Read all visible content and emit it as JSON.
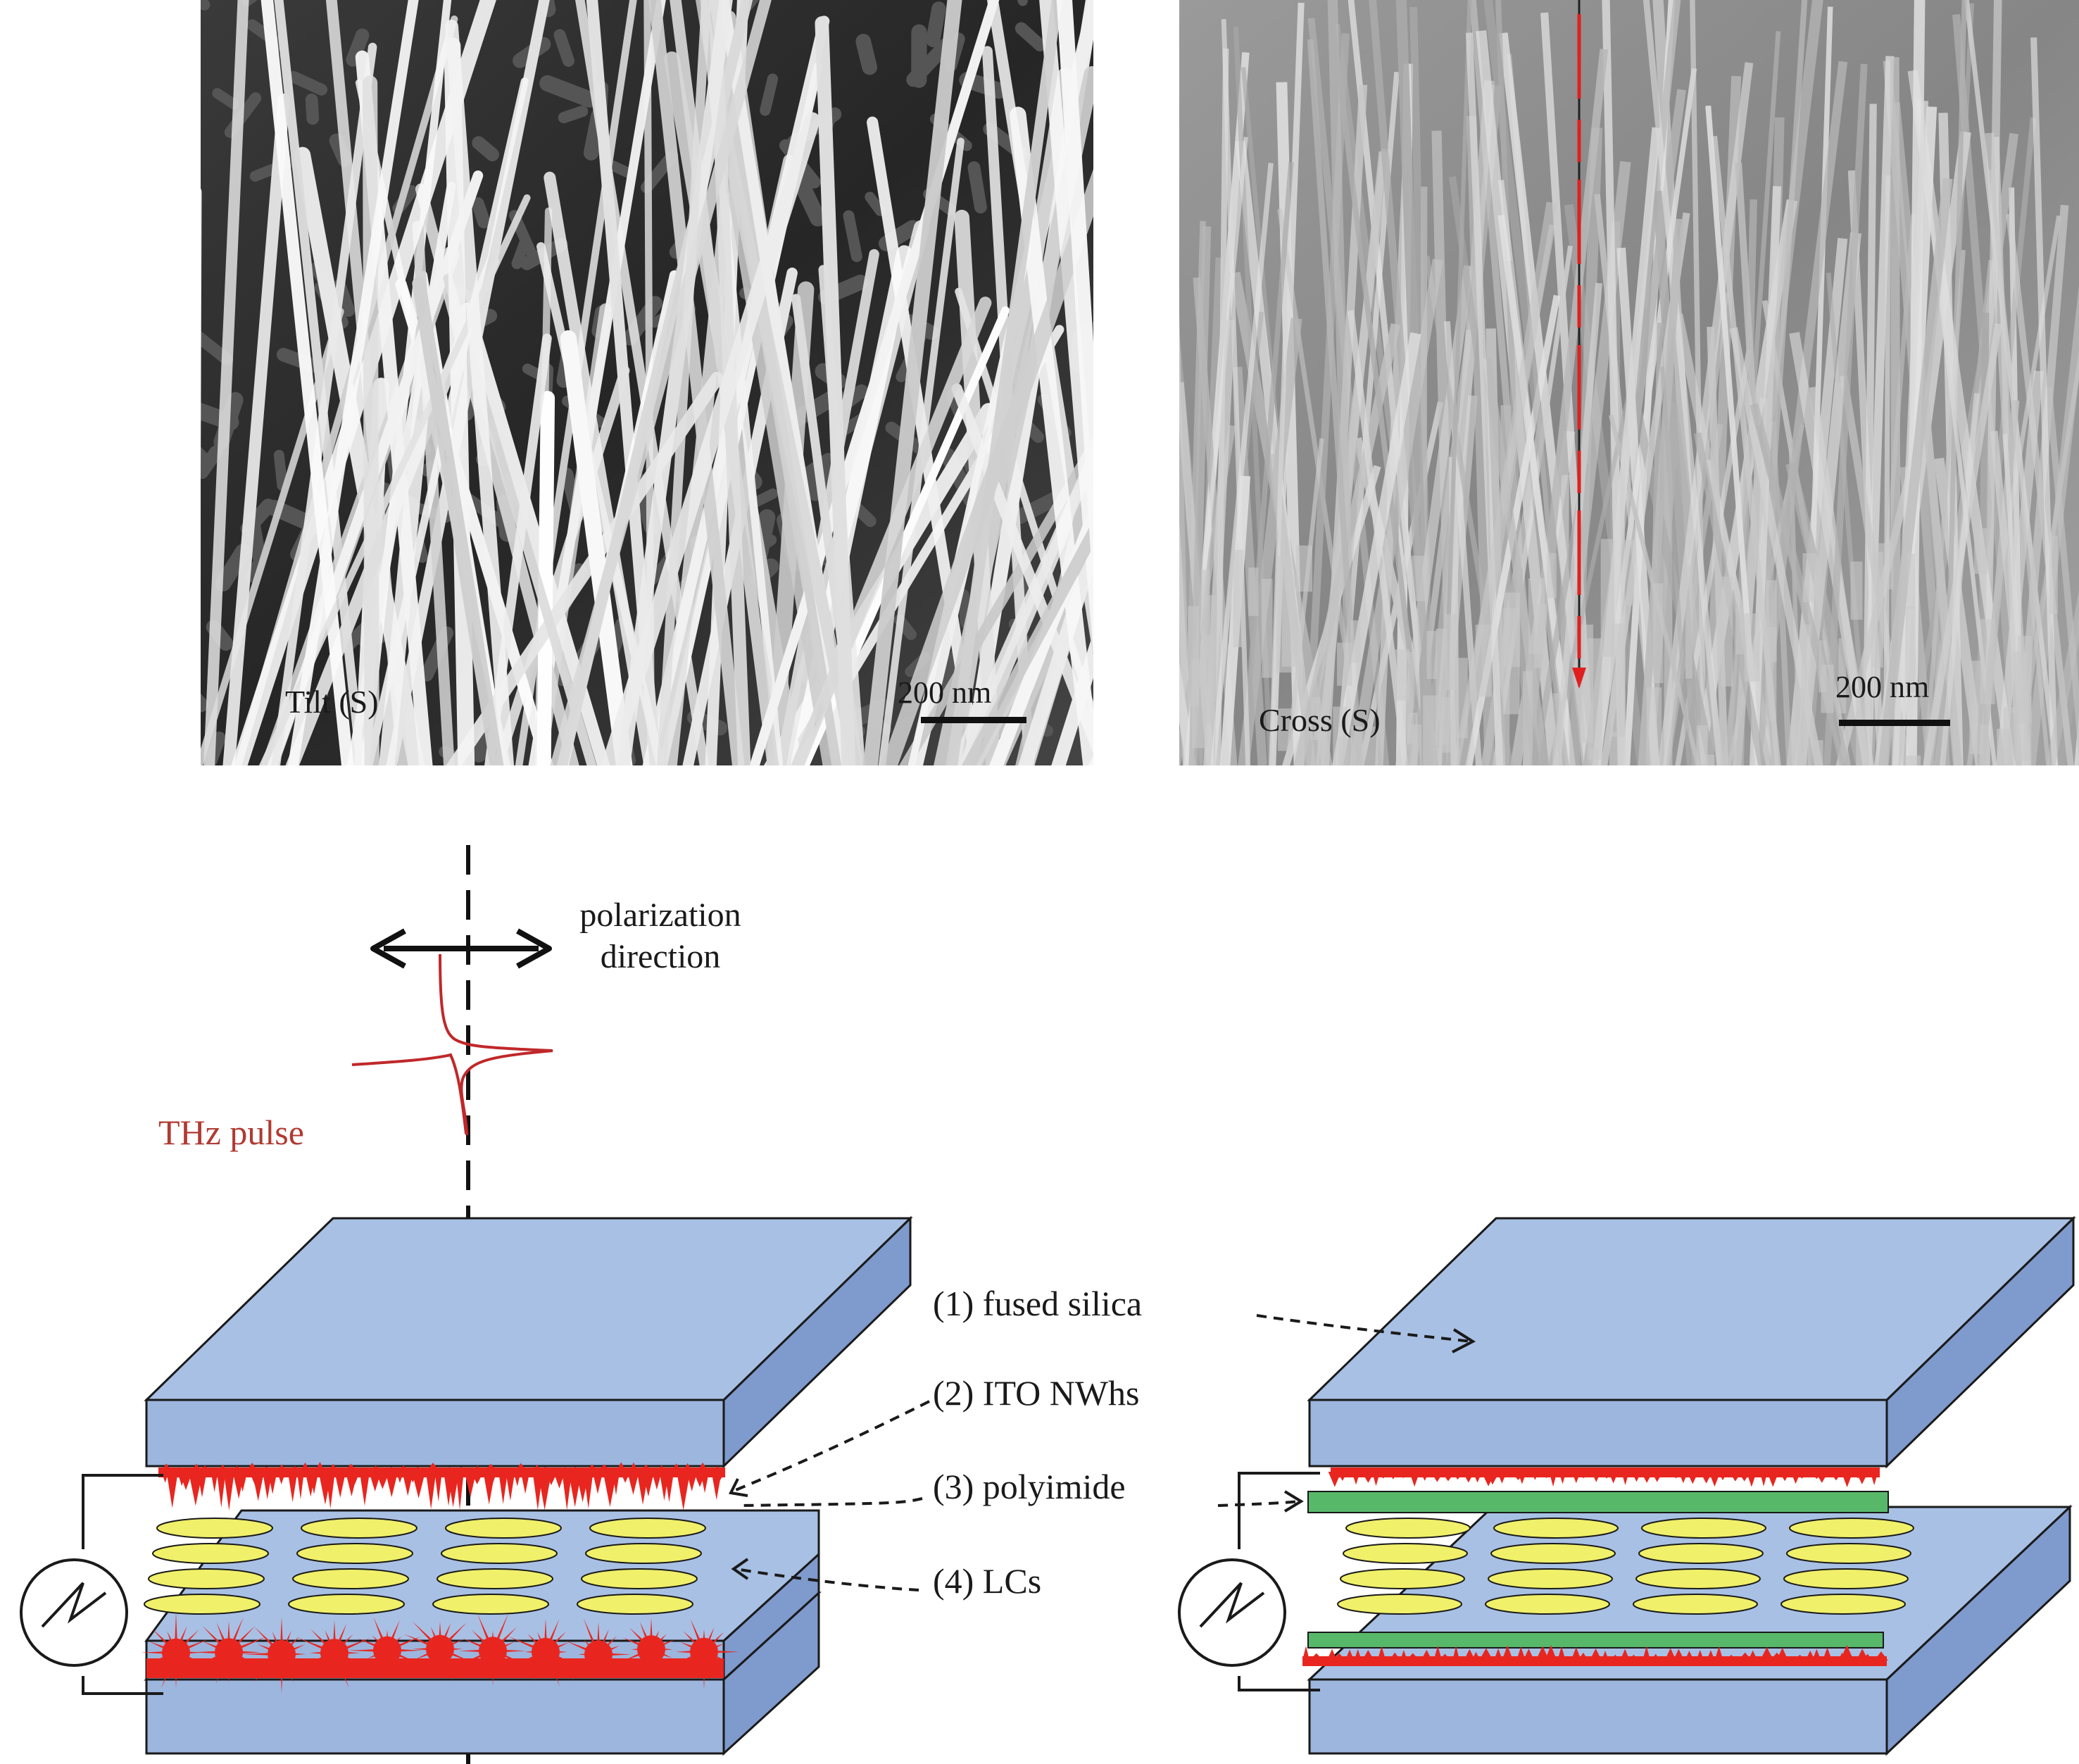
{
  "sem_panels": [
    {
      "id": "tilt",
      "label": "Tilt (S)",
      "scale_label": "200 nm"
    },
    {
      "id": "cross",
      "label": "Cross (S)",
      "scale_label": "200 nm"
    }
  ],
  "schematic": {
    "pulse_label": "THz pulse",
    "polarization_label_line1": "polarization",
    "polarization_label_line2": "direction",
    "layer_labels": [
      "(1) fused silica",
      "(2) ITO NWhs",
      "(3) polyimide",
      "(4) LCs"
    ]
  },
  "colors": {
    "glass_top": "#a8c0e4",
    "glass_front": "#9cb6de",
    "glass_side": "#7f9acc",
    "glass_outline": "#1a1a1a",
    "ito_red": "#e8261f",
    "lc_yellow": "#f0f06a",
    "polyimide_green": "#58b86a",
    "pulse_red": "#c0282a",
    "pulse_label_color": "#b03a32"
  }
}
